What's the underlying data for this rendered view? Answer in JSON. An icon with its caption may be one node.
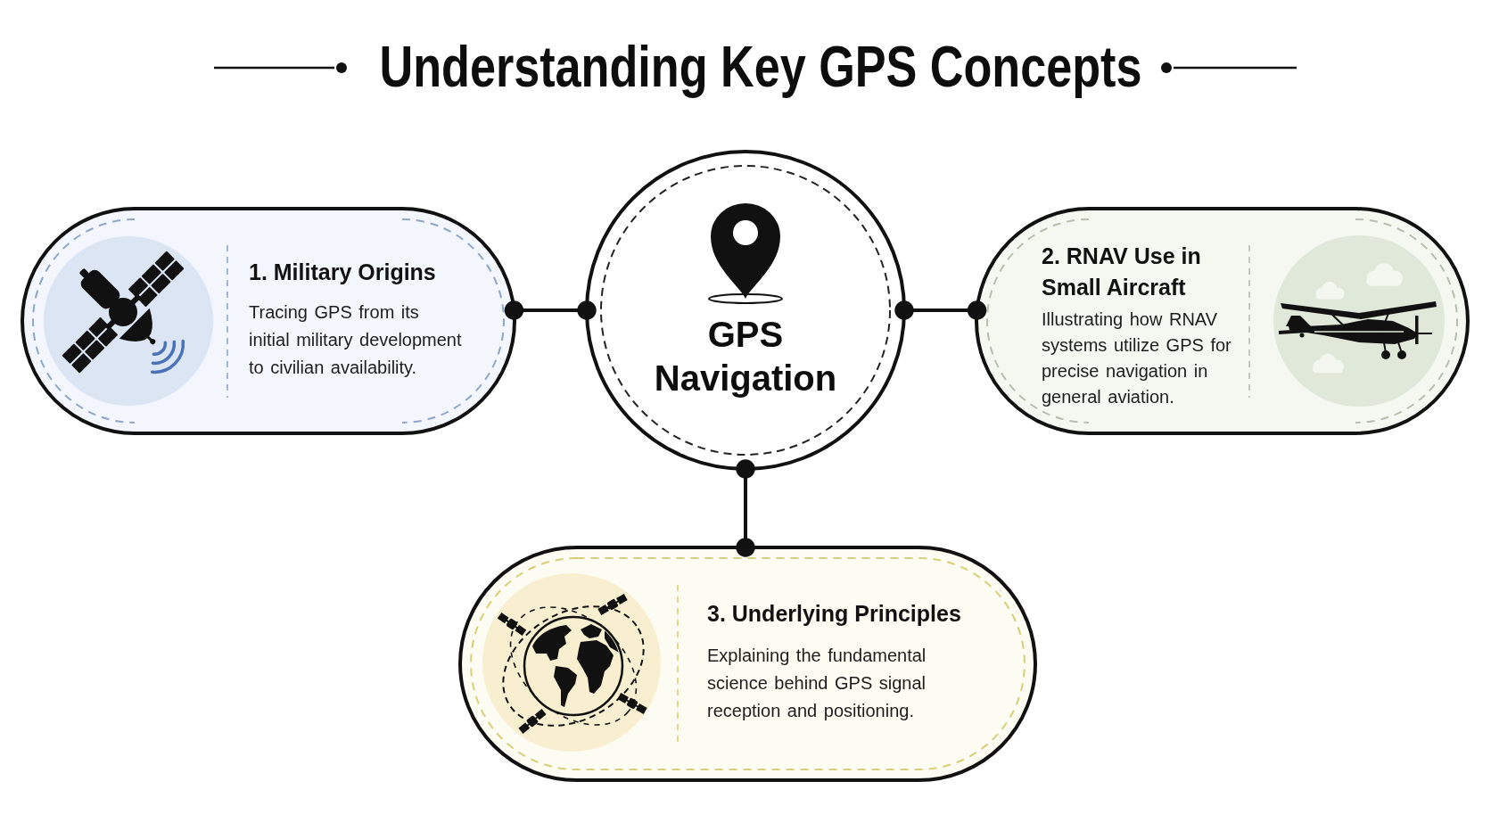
{
  "diagram": {
    "title": "Understanding Key GPS Concepts",
    "nodes": [
      {
        "text": [
          "GPS Navigation"
        ]
      },
      {
        "text": [
          "1. Military Origins",
          "Tracing GPS from its initial military development to civilian availability."
        ]
      },
      {
        "text": [
          "2. RNAV Use in Small Aircraft",
          "Illustrating how RNAV systems utilize GPS for precise navigation in general aviation."
        ]
      },
      {
        "text": [
          "3. Underlying Principles",
          "Explaining the fundamental science behind GPS signal reception and positioning."
        ]
      }
    ],
    "edges": [
      {
        "from": 0,
        "to": 1,
        "arrow": "other"
      },
      {
        "from": 0,
        "to": 2,
        "arrow": "other"
      },
      {
        "from": 0,
        "to": 3,
        "arrow": "other"
      }
    ]
  }
}
